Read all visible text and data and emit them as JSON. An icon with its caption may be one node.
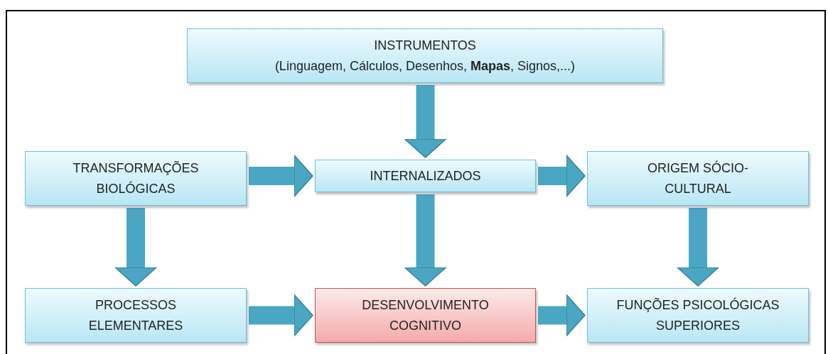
{
  "diagram": {
    "nodes": [
      {
        "text": [
          "INSTRUMENTOS",
          "(Linguagem, Cálculos, Desenhos, **Mapas**, Signos,...)"
        ]
      },
      {
        "text": [
          "TRANSFORMAÇÕES BIOLÓGICAS"
        ]
      },
      {
        "text": [
          "INTERNALIZADOS"
        ]
      },
      {
        "text": [
          "ORIGEM SÓCIO-CULTURAL"
        ]
      },
      {
        "text": [
          "PROCESSOS ELEMENTARES"
        ]
      },
      {
        "text": [
          "DESENVOLVIMENTO COGNITIVO"
        ]
      },
      {
        "text": [
          "FUNÇÕES PSICOLÓGICAS SUPERIORES"
        ]
      }
    ],
    "edges": [
      {
        "from": 0,
        "to": 2,
        "arrow": "to"
      },
      {
        "from": 1,
        "to": 2,
        "arrow": "to"
      },
      {
        "from": 2,
        "to": 3,
        "arrow": "to"
      },
      {
        "from": 1,
        "to": 4,
        "arrow": "to"
      },
      {
        "from": 2,
        "to": 5,
        "arrow": "to"
      },
      {
        "from": 3,
        "to": 6,
        "arrow": "to"
      },
      {
        "from": 4,
        "to": 5,
        "arrow": "to"
      },
      {
        "from": 5,
        "to": 6,
        "arrow": "to"
      }
    ]
  }
}
